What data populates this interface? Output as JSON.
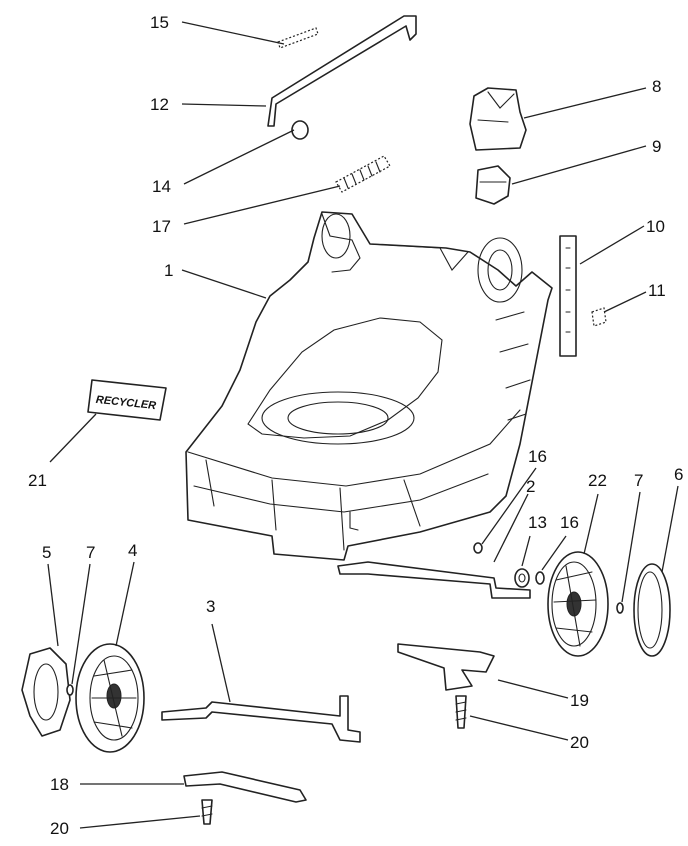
{
  "callouts": {
    "c15": "15",
    "c12": "12",
    "c14": "14",
    "c17": "17",
    "c1": "1",
    "c8": "8",
    "c9": "9",
    "c10": "10",
    "c11": "11",
    "c21": "21",
    "c16a": "16",
    "c2": "2",
    "c22": "22",
    "c7a": "7",
    "c6": "6",
    "c13": "13",
    "c16b": "16",
    "c5": "5",
    "c7b": "7",
    "c4": "4",
    "c3": "3",
    "c19": "19",
    "c20a": "20",
    "c18": "18",
    "c20b": "20"
  },
  "recycler_logo_text": "RECYCLER"
}
